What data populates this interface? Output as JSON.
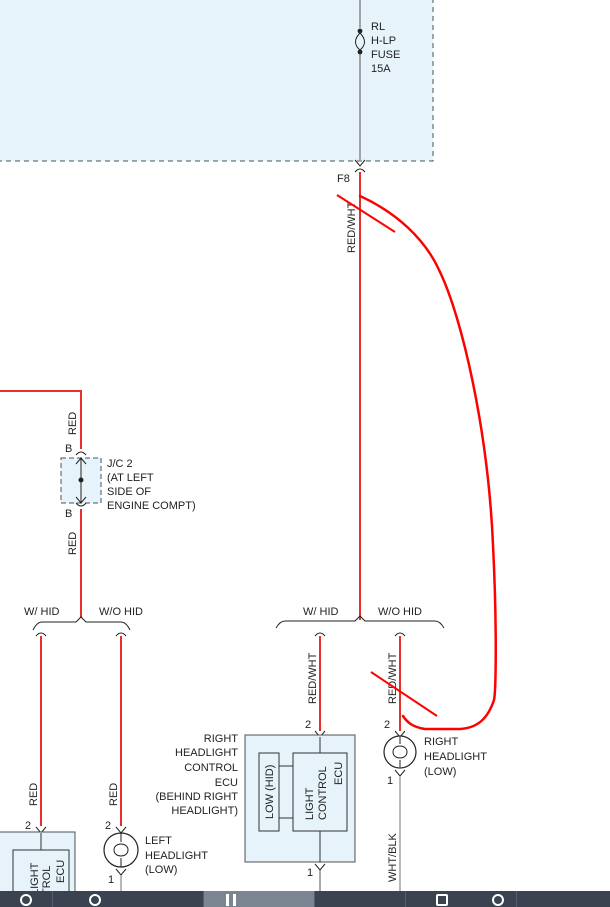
{
  "fuse": {
    "lines": [
      "RL",
      "H-LP",
      "FUSE",
      "15A"
    ]
  },
  "connectors": {
    "f8": "F8",
    "jc_b_top": "B",
    "jc_b_bottom": "B",
    "pin_2_left_ecu": "2",
    "pin_2_left_lamp": "2",
    "pin_1_left_lamp": "1",
    "pin_2_right_ecu": "2",
    "pin_1_right_ecu": "1",
    "pin_2_right_lamp": "2",
    "pin_1_right_lamp": "1"
  },
  "junction": {
    "lines": [
      "J/C 2",
      "(AT LEFT",
      "SIDE OF",
      "ENGINE COMPT)"
    ]
  },
  "wires": {
    "red_upper": "RED",
    "red_lower": "RED",
    "red_left_hid": "RED",
    "red_left_low": "RED",
    "red_wht_main": "RED/WHT",
    "red_wht_hid": "RED/WHT",
    "red_wht_low": "RED/WHT",
    "wht_blk": "WHT/BLK"
  },
  "branches": {
    "left_w_hid": "W/ HID",
    "left_wo_hid": "W/O HID",
    "right_w_hid": "W/ HID",
    "right_wo_hid": "W/O HID"
  },
  "components": {
    "right_ecu_label": [
      "RIGHT",
      "HEADLIGHT",
      "CONTROL",
      "ECU",
      "(BEHIND RIGHT",
      "HEADLIGHT)"
    ],
    "right_ecu_low": "LOW (HID)",
    "right_ecu_inner": [
      "LIGHT",
      "CONTROL",
      "ECU"
    ],
    "left_ecu_inner": [
      "LIGHT",
      "TROL",
      "ECU"
    ],
    "left_lamp_label": [
      "LEFT",
      "HEADLIGHT",
      "(LOW)"
    ],
    "right_lamp_label": [
      "RIGHT",
      "HEADLIGHT",
      "(LOW)"
    ]
  },
  "colors": {
    "wire_red": "#e8302a",
    "wire_gray": "#b8b8b8",
    "wire_dark": "#555555",
    "box_fill": "#e6f3fb",
    "box_stroke": "#505050",
    "annotation": "#ff0000",
    "toolbar": "#3b4350"
  },
  "icons": [
    "search-icon",
    "user-icon",
    "pause-icon",
    "camera-icon",
    "search-icon"
  ]
}
